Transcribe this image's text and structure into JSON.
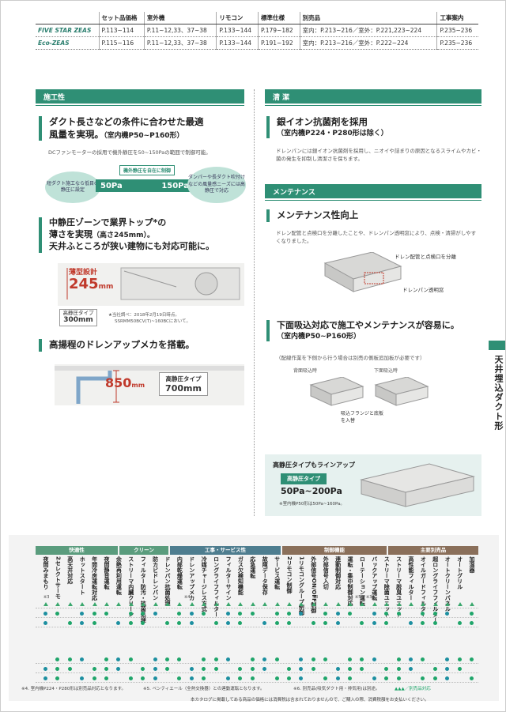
{
  "table": {
    "headers": [
      "",
      "セット品価格",
      "室外機",
      "リモコン",
      "標準仕様",
      "別売品",
      "工事案内"
    ],
    "rows": [
      [
        "FIVE STAR ZEAS",
        "P.113~114",
        "P.11~12,33、37~38",
        "P.133~144",
        "P.179~182",
        "室内：P.213~216／室外：P.221,223~224",
        "P.235~236"
      ],
      [
        "Eco-ZEAS",
        "P.115~116",
        "P.11~12,33、37~38",
        "P.133~144",
        "P.191~192",
        "室内：P.213~216／室外：P.222~224",
        "P.235~236"
      ]
    ]
  },
  "left": {
    "section1": "施工性",
    "h1_line1": "ダクト長さなどの条件に合わせた最適",
    "h1_line2": "風量を実現。",
    "h1_sub": "（室内機P50~P160形）",
    "note1": "DCファンモーターの採用で機外静圧を50~150Paの範囲で制御可能。",
    "graphic": {
      "top_label": "機外静圧を自在に制御",
      "left_ellipse": "短ダクト施工なら低目の静圧に設定",
      "low": "50Pa",
      "high": "150Pa",
      "right_ellipse": "ダンパーや長ダクト吹付けなどの風量感ニーズには高静圧で対応"
    },
    "h2_line1": "中静圧ゾーンで業界トップ*の",
    "h2_line2a": "薄さを実現",
    "h2_line2b": "（高さ245mm）。",
    "h2_line3": "天井ふところが狭い建物にも対応可能に。",
    "thin_label": "薄型設計",
    "thin_value": "245",
    "thin_unit": "mm",
    "high_type_label": "高静圧タイプ",
    "high_type_value": "300mm",
    "footnote_a": "★当社調べ：2018年2月19日時点。",
    "footnote_b": "SSRMM50BCV(T)~160BCにおいて。",
    "h3": "高揚程のドレンアップメカを搭載。",
    "lift_value": "850",
    "lift_unit": "mm",
    "lift_type_label": "高静圧タイプ",
    "lift_type_value": "700mm"
  },
  "right": {
    "section1": "清 潔",
    "h1_line1": "銀イオン抗菌剤を採用",
    "h1_sub": "（室内機P224・P280形は除く）",
    "note1": "ドレンパンには銀イオン抗菌剤を採用し、ニオイや詰まりの原因となるスライムやカビ・菌の発生を抑制し清潔さを保ちます。",
    "section2": "メンテナンス",
    "h2": "メンテナンス性向上",
    "note2": "ドレン配管と点検口を分離したことや、ドレンパン透明窓により、点検・清掃がしやすくなりました。",
    "callout1": "ドレン配管と点検口を分離",
    "callout2": "ドレンパン透明窓",
    "h3_line1": "下面吸込対応で施工やメンテナンスが容易に。",
    "h3_sub": "（室内機P50~P160形）",
    "note3": "（配線作業を下側から行う場合は別売の側板追加板が必要です）",
    "cap_left": "背面吸込時",
    "cap_right": "下面吸込時",
    "callout3": "吸込フランジと底板を入替",
    "lineup_title": "高静圧タイプもラインアップ",
    "lineup_badge": "高静圧タイプ",
    "lineup_range": "50Pa~200Pa",
    "lineup_note": "※室内機P50形は50Pa~160Pa。"
  },
  "sidebar_label": "天井埋込ダクト形",
  "features": {
    "groups": [
      "快適性",
      "クリーン",
      "工事・サービス性",
      "制御機能",
      "主要別売品"
    ],
    "columns": [
      "夜間みまもり",
      "2セレクトサーモ",
      "高天井対応",
      "ホットスタート",
      "年間冷房運転対応",
      "夜間静音運転",
      "余熱再利用運転",
      "ストリーマ内臓クリーン",
      "フィルター防汚・抗菌処理",
      "防カビドレンパン",
      "ドレンパン抗菌処理",
      "内部乾燥運転",
      "ドレンアップメカ",
      "冷媒チャージレス方式",
      "ロングライフフィルター",
      "フィルターサイン",
      "ガス欠検知機能",
      "応急運転",
      "故障データ保存",
      "サービス運転",
      "2リモコン制御",
      "1リモコングループ制御",
      "外部信号ON/OFF制御",
      "外部信号入切",
      "連動制御対応",
      "運転・集中制御対応",
      "ローテーション運転",
      "バックアップ運転",
      "ストリーマ除菌ユニット",
      "ストリーマ脱臭ユニット",
      "高性能フィルター",
      "オイルガードフィルター",
      "超ロングライフフィルター",
      "オートクリーンパネル",
      "オートグリル",
      "加湿器"
    ],
    "footnotes": [
      "※3",
      "※4",
      "※3",
      "※5",
      "※3"
    ],
    "foot1": "※4. 室内機P224・P280形は別売品対応となります。",
    "foot2": "※5. ベンティエール（全熱交換器）との連動運転となります。",
    "foot3": "※6. 別売品(吸気ダクト用・排気用)は別途。",
    "foot4": "▲▲▲／別売品対応",
    "foot5": "本カタログに掲載してある商品の価格には消費税は含まれておりませんので、ご購入の際、消費税額をお支払いください。"
  },
  "colors": {
    "accent": "#2f8f75",
    "dot_green": "#1fa56a",
    "dot_teal": "#1c8fa0",
    "triangle": "#3aa76d"
  }
}
